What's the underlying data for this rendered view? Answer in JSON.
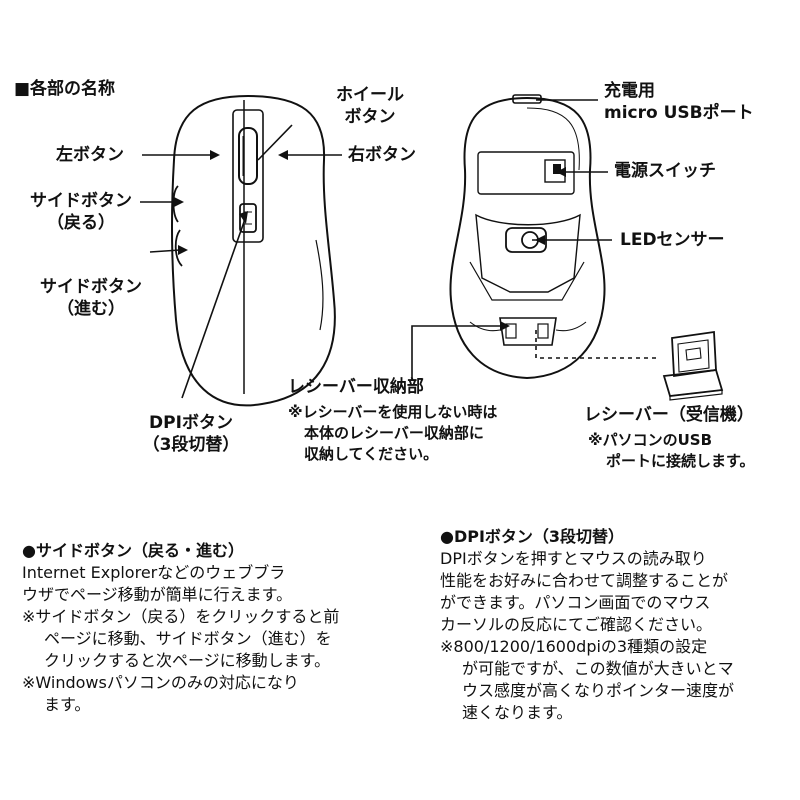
{
  "section_title": "■各部の名称",
  "labels": {
    "wheel_button": [
      "ホイール",
      "ボタン"
    ],
    "left_button": "左ボタン",
    "right_button": "右ボタン",
    "side_back": [
      "サイドボタン",
      "（戻る）"
    ],
    "side_forward": [
      "サイドボタン",
      "（進む）"
    ],
    "dpi_button": [
      "DPIボタン",
      "（3段切替）"
    ],
    "usb_port": [
      "充電用",
      "micro USBポート"
    ],
    "power_switch": "電源スイッチ",
    "led_sensor": "LEDセンサー",
    "receiver_storage": "レシーバー収納部",
    "receiver_storage_note": [
      "※レシーバーを使用しない時は",
      "本体のレシーバー収納部に",
      "収納してください。"
    ],
    "receiver": "レシーバー（受信機）",
    "receiver_note": [
      "※パソコンのUSB",
      "ポートに接続します。"
    ]
  },
  "side_buttons_desc": {
    "heading": "●サイドボタン（戻る・進む）",
    "lines": [
      "Internet Explorerなどのウェブブラ",
      "ウザでページ移動が簡単に行えます。",
      "※サイドボタン（戻る）をクリックすると前",
      "ページに移動、サイドボタン（進む）を",
      "クリックすると次ページに移動します。",
      "※Windowsパソコンのみの対応になり",
      "ます。"
    ]
  },
  "dpi_desc": {
    "heading": "●DPIボタン（3段切替）",
    "lines": [
      "DPIボタンを押すとマウスの読み取り",
      "性能をお好みに合わせて調整することが",
      "ができます。パソコン画面でのマウス",
      "カーソルの反応にてご確認ください。",
      "※800/1200/1600dpiの3種類の設定",
      "が可能ですが、この数値が大きいとマ",
      "ウス感度が高くなりポインター速度が",
      "速くなります。"
    ]
  }
}
